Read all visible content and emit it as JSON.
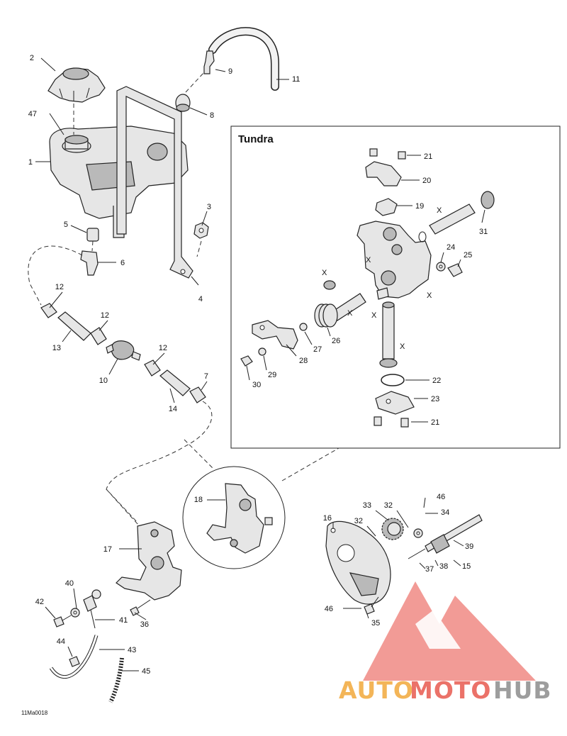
{
  "diagram": {
    "box_title": "Tundra",
    "figure_code": "11Ma0018",
    "callouts": [
      "1",
      "2",
      "3",
      "4",
      "5",
      "6",
      "7",
      "8",
      "9",
      "10",
      "11",
      "12",
      "13",
      "14",
      "15",
      "16",
      "17",
      "18",
      "19",
      "20",
      "21",
      "22",
      "23",
      "24",
      "25",
      "26",
      "27",
      "28",
      "29",
      "30",
      "31",
      "32",
      "33",
      "34",
      "35",
      "36",
      "37",
      "38",
      "39",
      "40",
      "41",
      "42",
      "43",
      "44",
      "45",
      "46",
      "47",
      "X"
    ]
  },
  "watermark": {
    "part1": "AUTO",
    "part2": "MOTO",
    "part3": "HUB",
    "colors": {
      "auto": "#f2a93b",
      "moto": "#e85a4f",
      "hub": "#8c8c8c",
      "triangle": "#f08a84"
    }
  }
}
